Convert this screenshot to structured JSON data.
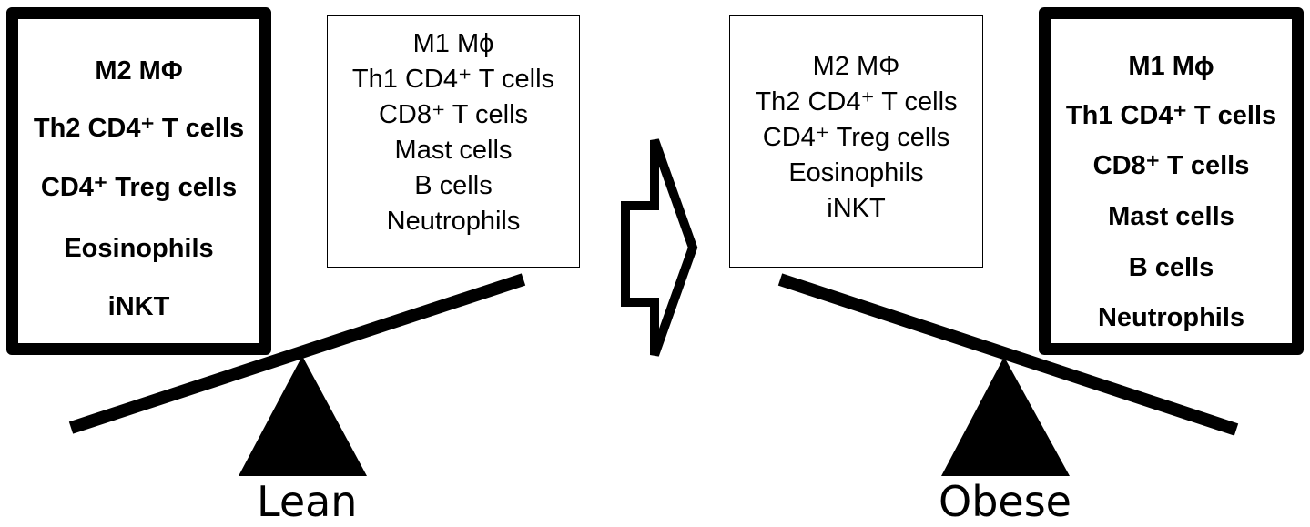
{
  "lean": {
    "label": "Lean",
    "heavy_side": [
      "M2 MΦ",
      "Th2 CD4⁺ T cells",
      "CD4⁺ Treg cells",
      "Eosinophils",
      "iNKT"
    ],
    "light_side": [
      "M1 Mϕ",
      "Th1 CD4⁺ T cells",
      "CD8⁺ T cells",
      "Mast cells",
      "B cells",
      "Neutrophils"
    ]
  },
  "obese": {
    "label": "Obese",
    "light_side": [
      "M2 MΦ",
      "Th2 CD4⁺ T cells",
      "CD4⁺ Treg cells",
      "Eosinophils",
      "iNKT"
    ],
    "heavy_side": [
      "M1 Mϕ",
      "Th1 CD4⁺ T cells",
      "CD8⁺ T cells",
      "Mast cells",
      "B cells",
      "Neutrophils"
    ]
  },
  "colors": {
    "ink": "#000000",
    "background": "#ffffff"
  }
}
